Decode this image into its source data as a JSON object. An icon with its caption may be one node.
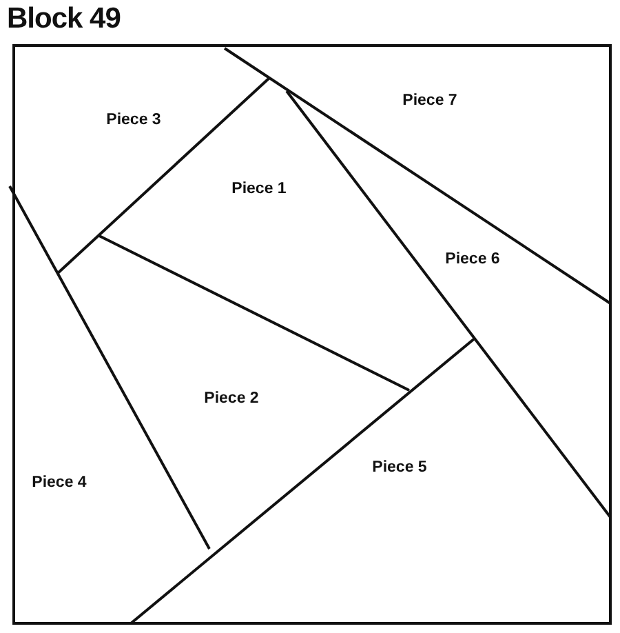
{
  "diagram": {
    "title": "Block 49",
    "labels": [
      "Piece 3",
      "Piece 7",
      "Piece 1",
      "Piece 6",
      "Piece 2",
      "Piece 4",
      "Piece 5"
    ]
  }
}
